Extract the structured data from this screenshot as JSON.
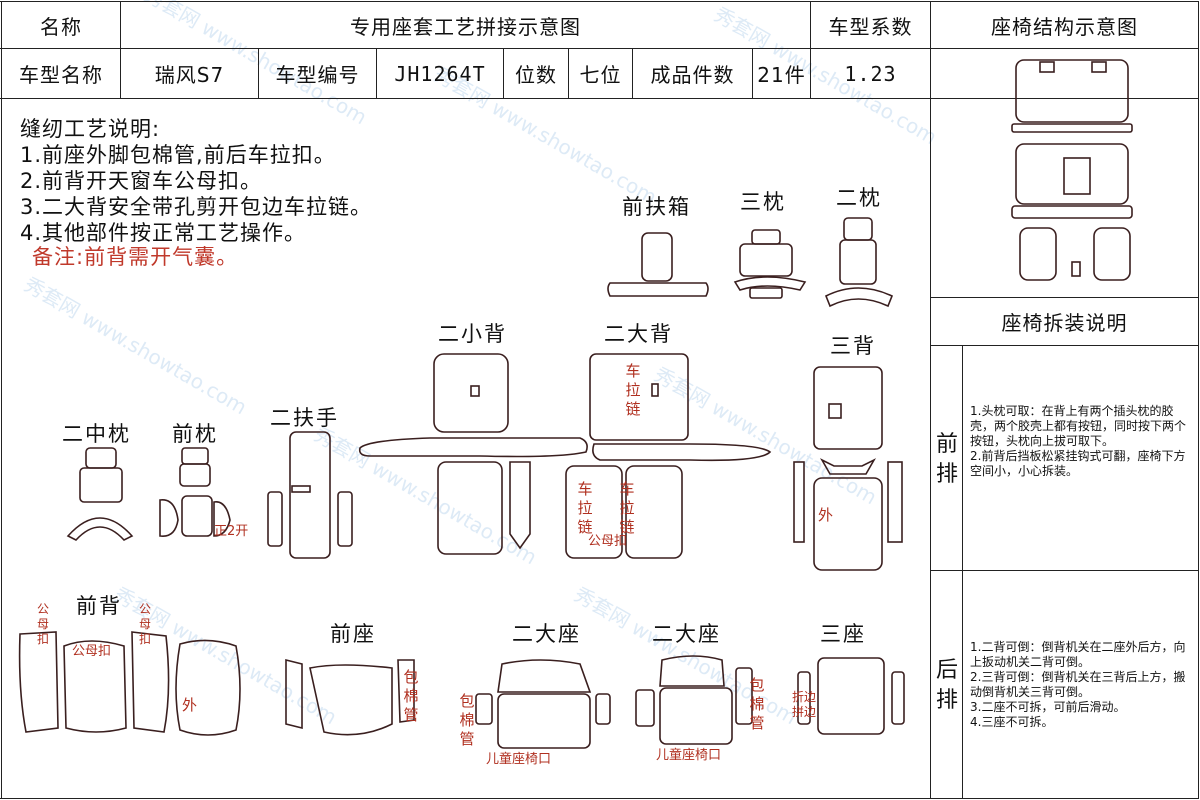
{
  "header": {
    "name_label": "名称",
    "title": "专用座套工艺拼接示意图",
    "coef_label": "车型系数",
    "struct_title": "座椅结构示意图"
  },
  "info": {
    "model_name_label": "车型名称",
    "model_name": "瑞风S7",
    "model_no_label": "车型编号",
    "model_no": "JH1264T",
    "seats_label": "位数",
    "seats": "七位",
    "pieces_label": "成品件数",
    "pieces": "21件",
    "coef": "1.23"
  },
  "notes": {
    "title": "缝纫工艺说明:",
    "items": [
      "1.前座外脚包棉管,前后车拉扣。",
      "2.前背开天窗车公母扣。",
      "3.二大背安全带孔剪开包边车拉链。",
      "4.其他部件按正常工艺操作。"
    ],
    "remark": "备注:前背需开气囊。"
  },
  "parts": {
    "front_armbox": "前扶箱",
    "third_pillow": "三枕",
    "second_pillow": "二枕",
    "second_small_back": "二小背",
    "second_big_back": "二大背",
    "third_back": "三背",
    "second_mid_pillow": "二中枕",
    "front_pillow": "前枕",
    "second_armrest": "二扶手",
    "front_back": "前背",
    "front_seat": "前座",
    "second_big_seat_a": "二大座",
    "second_big_seat_b": "二大座",
    "third_seat": "三座"
  },
  "annotations": {
    "zipper_v": "车拉链",
    "zipper_left": "车拉链",
    "zipper_right": "车拉链",
    "male_female_small": "公母扣",
    "split_open": "正2开",
    "outer_a": "外",
    "outer_b": "外",
    "male_female_left": "公母扣",
    "male_female_right": "公母扣",
    "male_female_center": "公母扣",
    "cotton_tube_a": "包棉管",
    "cotton_tube_b": "包棉管",
    "cotton_tube_c": "包棉管",
    "child_seat_a": "儿童座椅口",
    "child_seat_b": "儿童座椅口",
    "fold_edge": "折边拼边"
  },
  "disassembly": {
    "title": "座椅拆装说明",
    "front_row_label": "前排",
    "front_text": "1.头枕可取：在背上有两个插头枕的胶壳，两个胶壳上都有按钮，同时按下两个按钮，头枕向上拔可取下。\n2.前背后挡板松紧挂钩式可翻，座椅下方空间小，小心拆装。",
    "rear_row_label": "后排",
    "rear_text": "1.二背可倒：倒背机关在二座外后方，向上扳动机关二背可倒。\n2.三背可倒：倒背机关在三背后上方，搬动倒背机关三背可倒。\n3.二座不可拆，可前后滑动。\n4.三座不可拆。"
  },
  "watermark": "秀套网 www.showtao.com",
  "colors": {
    "red": "#c0392b",
    "line": "#222222"
  }
}
